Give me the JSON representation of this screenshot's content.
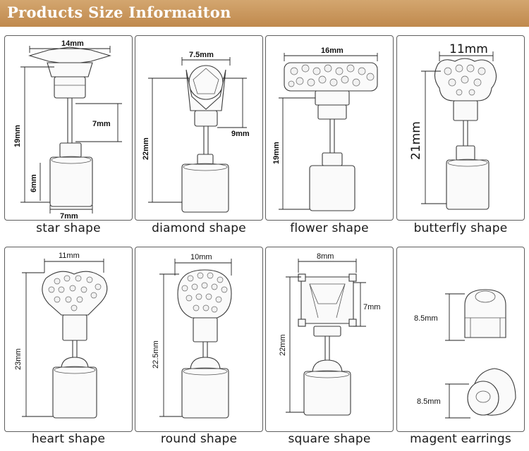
{
  "banner": {
    "title": "Products Size Informaiton"
  },
  "panels": [
    {
      "caption": "star shape",
      "dims": [
        "14mm",
        "19mm",
        "7mm",
        "6mm",
        "7mm"
      ]
    },
    {
      "caption": "diamond shape",
      "dims": [
        "7.5mm",
        "22mm",
        "9mm"
      ]
    },
    {
      "caption": "flower shape",
      "dims": [
        "16mm",
        "19mm"
      ]
    },
    {
      "caption": "butterfly shape",
      "dims": [
        "11mm",
        "21mm"
      ]
    },
    {
      "caption": "heart shape",
      "dims": [
        "11mm",
        "23mm"
      ]
    },
    {
      "caption": "round shape",
      "dims": [
        "10mm",
        "22.5mm"
      ]
    },
    {
      "caption": "square shape",
      "dims": [
        "8mm",
        "7mm",
        "22mm"
      ]
    },
    {
      "caption": "magent earrings",
      "dims": [
        "8.5mm",
        "8.5mm"
      ]
    }
  ]
}
